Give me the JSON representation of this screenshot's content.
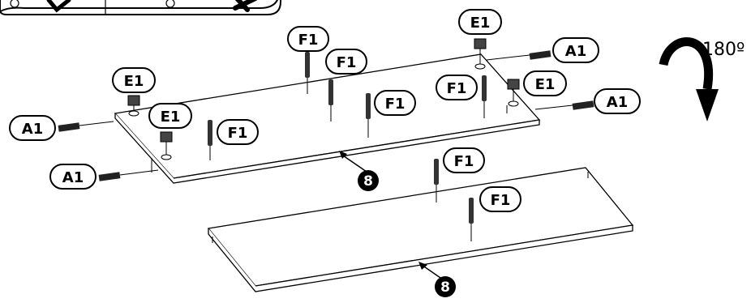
{
  "labels": {
    "screw_a1": "A1",
    "cam_e1": "E1",
    "dowel_f1": "F1",
    "panel_8": "8",
    "rotation": "180º"
  },
  "icons": {
    "check": "check-icon",
    "cross": "cross-icon",
    "rotate": "rotate-arrow-icon"
  }
}
